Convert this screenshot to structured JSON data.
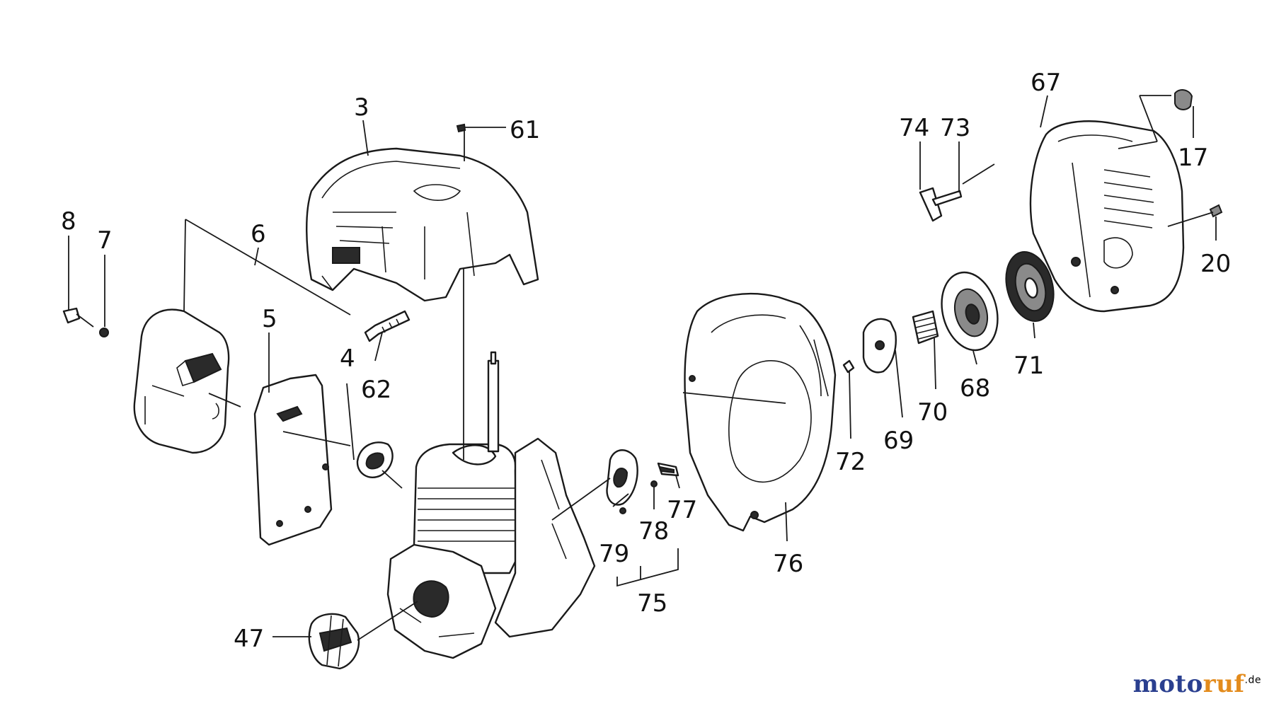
{
  "diagram": {
    "callouts": [
      "3",
      "61",
      "8",
      "7",
      "6",
      "5",
      "4",
      "62",
      "47",
      "74",
      "73",
      "67",
      "17",
      "20",
      "71",
      "68",
      "70",
      "69",
      "72",
      "76",
      "77",
      "78",
      "79",
      "75"
    ]
  },
  "brand": {
    "name_part1": "moto",
    "name_part2": "ruf",
    "tld": ".de",
    "color_part1": "#2a3f8f",
    "color_part2": "#e38b1c"
  }
}
